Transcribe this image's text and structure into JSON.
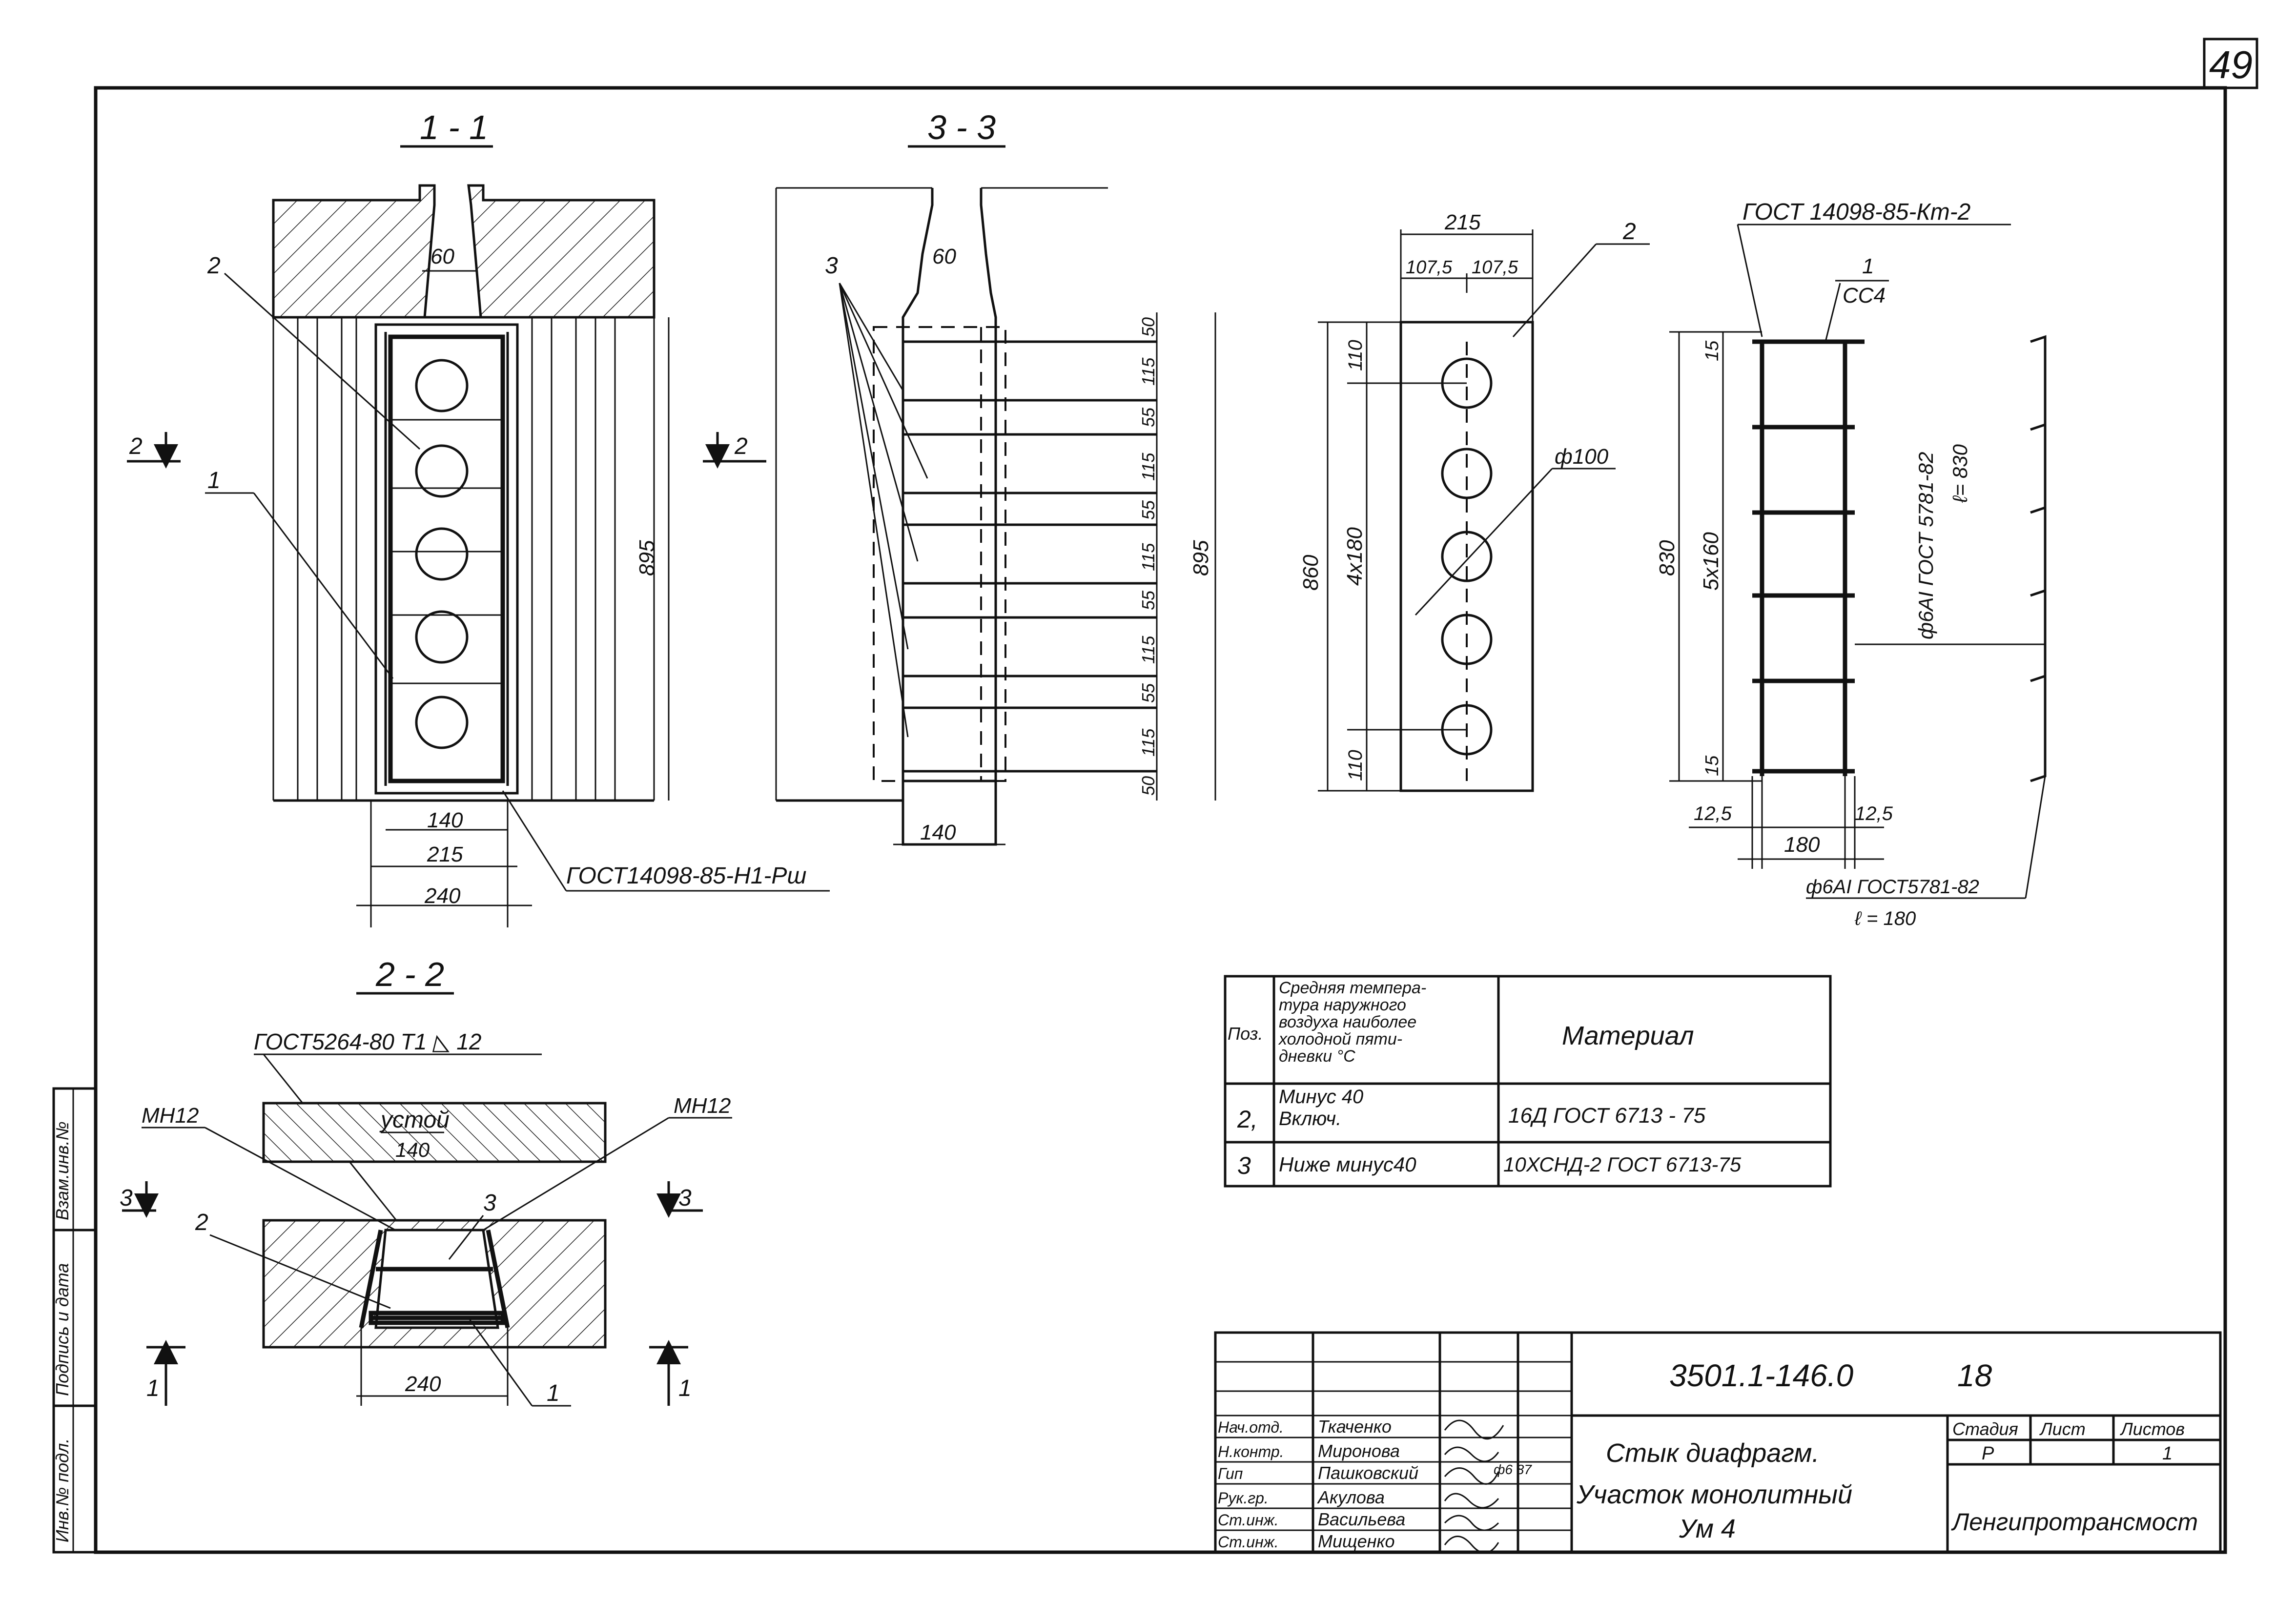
{
  "page_number": "49",
  "sections": {
    "s11": {
      "title": "1 - 1",
      "width_top": "60",
      "dim_140": "140",
      "dim_215": "215",
      "dim_240": "240",
      "height": "895",
      "label_1": "1",
      "label_2": "2",
      "cut_label": "2",
      "gost": "ГОСТ14098-85-Н1-Рш"
    },
    "s33": {
      "title": "3 - 3",
      "width_top": "60",
      "label_3": "3",
      "cut_label": "2",
      "dims": [
        "50",
        "115",
        "55",
        "115",
        "55",
        "115",
        "55",
        "115",
        "55",
        "115",
        "50"
      ],
      "height": "895",
      "bottom": "140"
    },
    "s22": {
      "title": "2 - 2",
      "gost": "ГОСТ5264-80 Т1 ◺ 12",
      "mh_left": "МН12",
      "mh_right": "МН12",
      "ustoi": "устой",
      "dim_140": "140",
      "dim_240": "240",
      "label_3": "3",
      "label_2": "2",
      "label_1": "1",
      "cut_3": "3",
      "cut_1": "1"
    }
  },
  "plate": {
    "label": "2",
    "dim_215": "215",
    "dim_107a": "107,5",
    "dim_107b": "107,5",
    "dim_110_top": "110",
    "dim_4x180": "4х180",
    "dim_110_bot": "110",
    "dim_860": "860",
    "hole": "ф100"
  },
  "mesh": {
    "gost": "ГОСТ 14098-85-Кт-2",
    "node_top": "1",
    "node_bot": "СС4",
    "dim_15_top": "15",
    "dim_5x160": "5х160",
    "dim_15_bot": "15",
    "dim_830": "830",
    "dim_12_5a": "12,5",
    "dim_180": "180",
    "dim_12_5b": "12,5",
    "rebar_v": "ф6АI ГОСТ 5781-82",
    "rebar_v_len": "ℓ= 830",
    "rebar_h": "ф6АI ГОСТ5781-82",
    "rebar_h_len": "ℓ = 180"
  },
  "materials_table": {
    "header_pos": "Поз.",
    "header_temp": [
      "Средняя темпера-",
      "тура наружного",
      "воздуха наиболее",
      "холодной пяти-",
      "дневки °С"
    ],
    "header_material": "Материал",
    "rows": [
      {
        "pos": "2,",
        "temp": [
          "Минус 40",
          "Включ."
        ],
        "material": "16Д ГОСТ 6713 - 75"
      },
      {
        "pos": "3",
        "temp": [
          "Ниже минус40"
        ],
        "material": "10ХСНД-2 ГОСТ 6713-75"
      }
    ]
  },
  "title_block": {
    "code": "3501.1-146.0",
    "sheet_ref": "18",
    "roles": [
      "Нач.отд.",
      "Н.контр.",
      "Гип",
      "Рук.гр.",
      "Ст.инж.",
      "Ст.инж."
    ],
    "names": [
      "Ткаченко",
      "Миронова",
      "Пашковский",
      "Акулова",
      "Васильева",
      "Мищенко"
    ],
    "date_note": "ф6 87",
    "title_lines": [
      "Стык диафрагм.",
      "Участок монолитный",
      "Ум 4"
    ],
    "stage_header": "Стадия",
    "sheet_header": "Лист",
    "sheets_header": "Листов",
    "stage": "Р",
    "sheets": "1",
    "org": "Ленгипротрансмост"
  },
  "side_stamp": [
    "Инв.№ подл.",
    "Подпись и дата",
    "Взам.инв.№"
  ]
}
